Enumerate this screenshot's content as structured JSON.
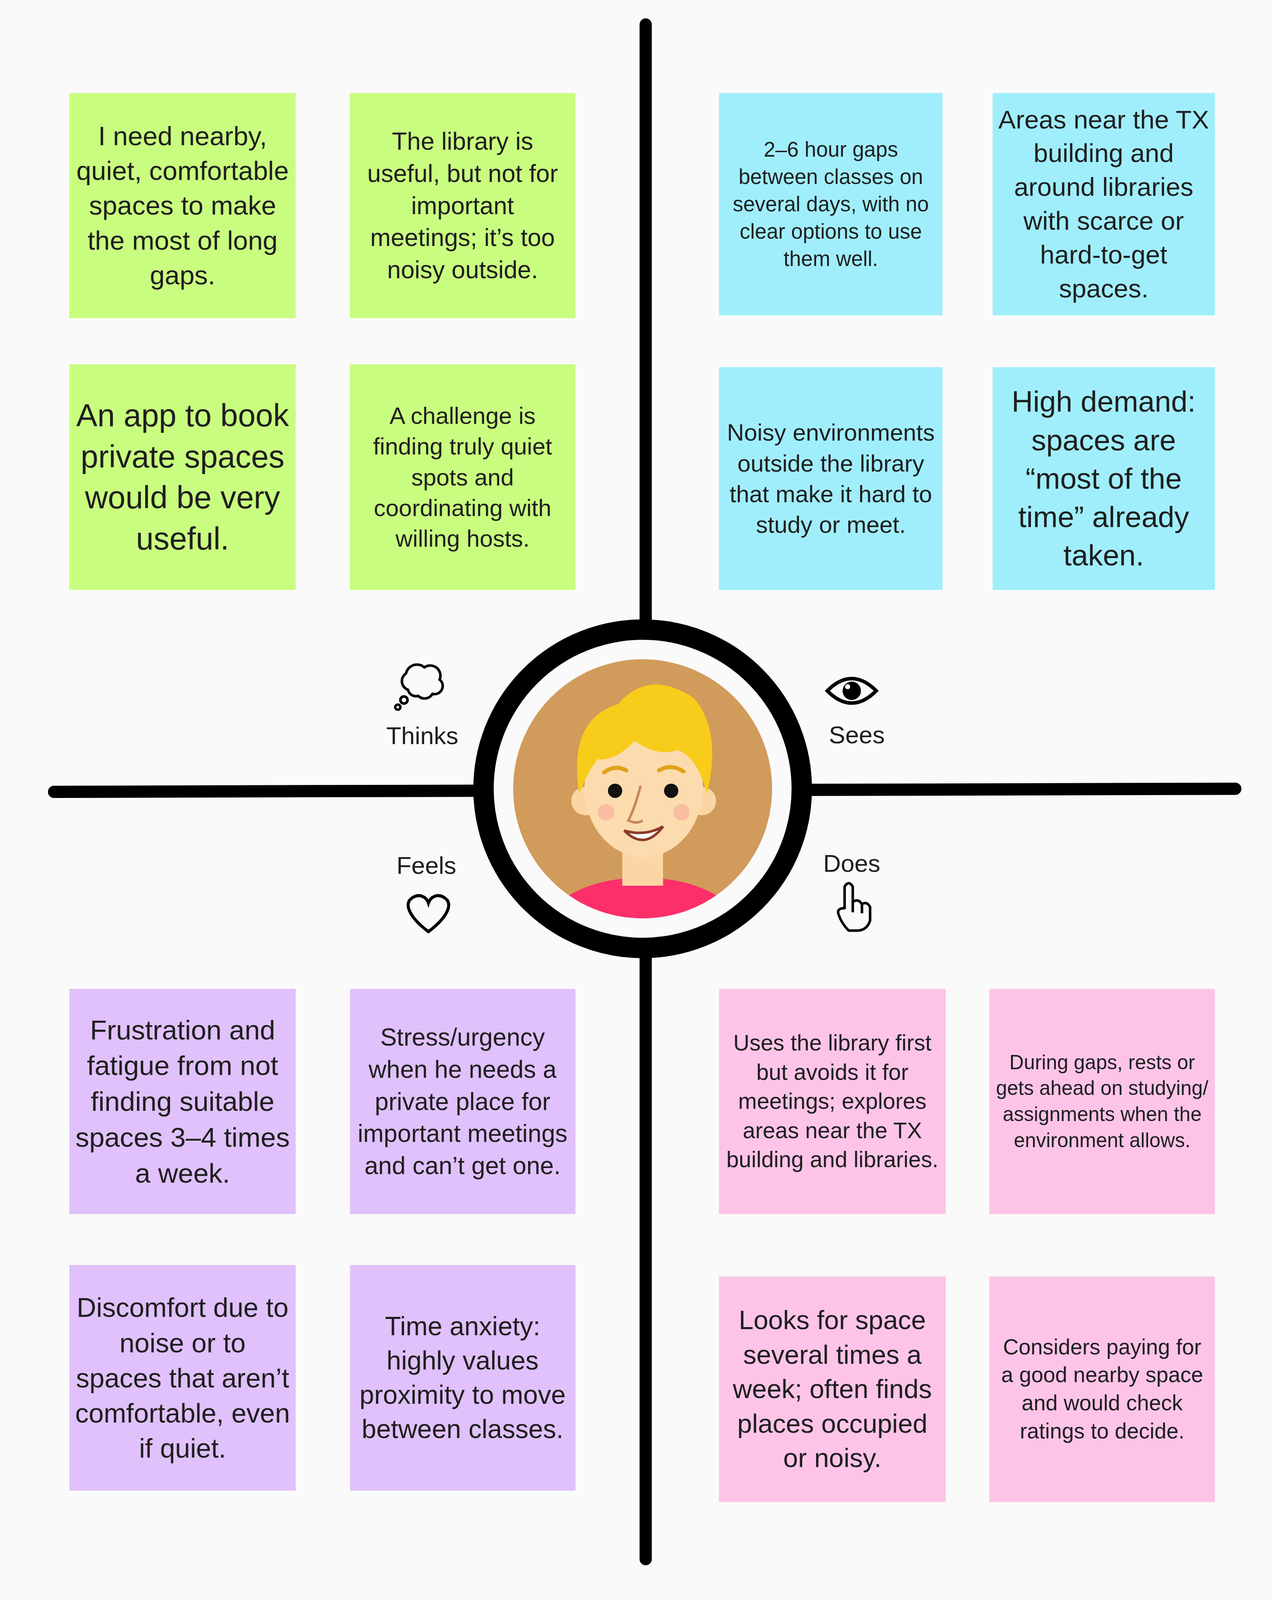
{
  "diagram": {
    "nodes": [
      {
        "text": [
          "I need nearby, quiet, comfortable spaces to make the most of long gaps."
        ]
      },
      {
        "text": [
          "The library is useful, but not for important meetings; it’s too noisy outside."
        ]
      },
      {
        "text": [
          "2–6 hour gaps between classes on several days, with no clear options to use them well."
        ]
      },
      {
        "text": [
          "Areas near the TX building and around libraries with scarce or hard-to-get spaces."
        ]
      },
      {
        "text": [
          "An app to book private spaces would be very useful."
        ]
      },
      {
        "text": [
          "A challenge is finding truly quiet spots and coordinating with willing hosts."
        ]
      },
      {
        "text": [
          "Noisy environments outside the library that make it hard to study or meet."
        ]
      },
      {
        "text": [
          "High demand: spaces are “most of the time” already taken."
        ]
      },
      {
        "text": [
          "Frustration and fatigue from not finding suitable spaces 3–4 times a week."
        ]
      },
      {
        "text": [
          "Stress/urgency when he needs a private place for important meetings and can’t get one."
        ]
      },
      {
        "text": [
          "Uses the library first but avoids it for meetings; explores areas near the TX building and libraries."
        ]
      },
      {
        "text": [
          "During gaps, rests or gets ahead on studying/ assignments when the environment allows."
        ]
      },
      {
        "text": [
          "Discomfort due to noise or to spaces that aren’t comfortable, even if quiet."
        ]
      },
      {
        "text": [
          "Time anxiety: highly values proximity to move between classes."
        ]
      },
      {
        "text": [
          "Looks for space several times a week; often finds places occupied or noisy."
        ]
      },
      {
        "text": [
          "Considers paying for a good nearby space and would check ratings to decide."
        ]
      }
    ],
    "labels": [
      "Thinks",
      "Sees",
      "Feels",
      "Does"
    ]
  }
}
